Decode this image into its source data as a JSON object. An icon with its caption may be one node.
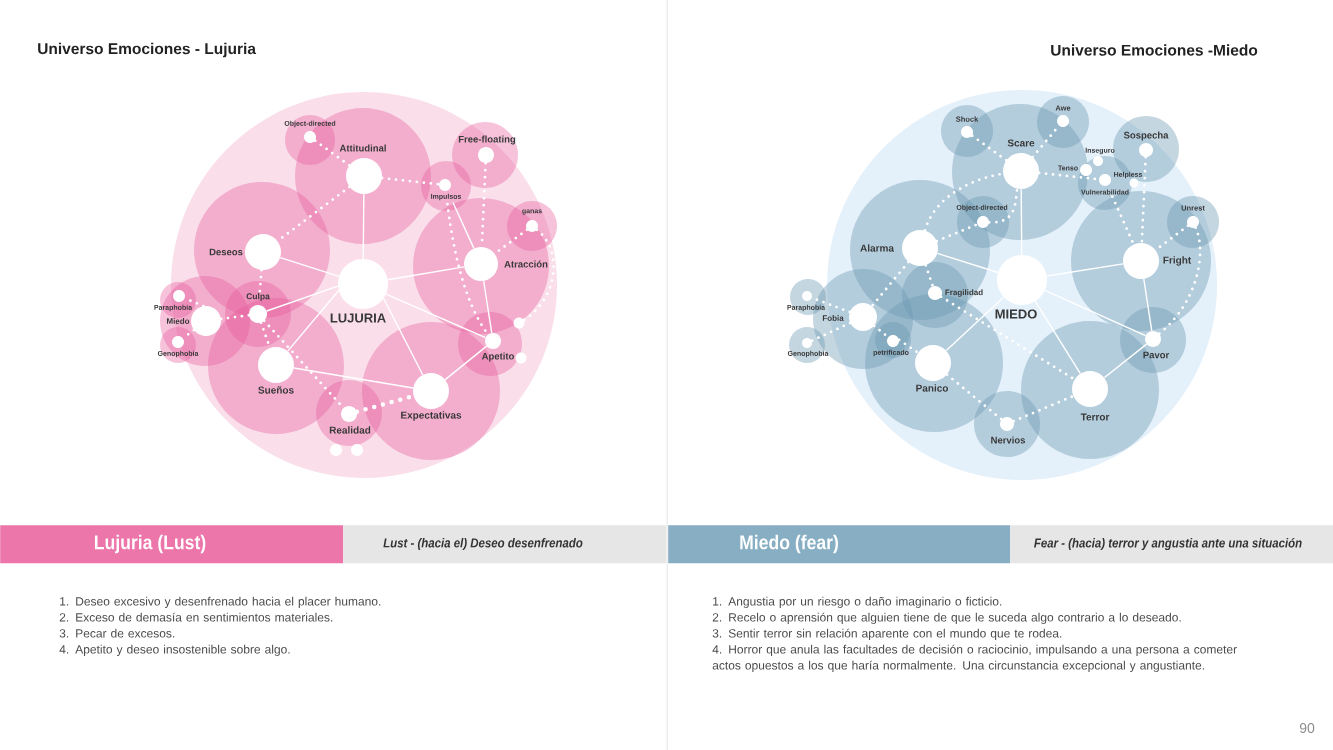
{
  "diagram": {
    "nodes": [
      {
        "text": [
          "Object-directed"
        ]
      },
      {
        "text": [
          "Free-floating"
        ]
      },
      {
        "text": [
          "Attitudinal"
        ]
      },
      {
        "text": [
          "Impulsos"
        ]
      },
      {
        "text": [
          "ganas"
        ]
      },
      {
        "text": [
          "Deseos"
        ]
      },
      {
        "text": [
          "Atracción"
        ]
      },
      {
        "text": [
          "LUJURIA"
        ]
      },
      {
        "text": [
          "Paraphobia"
        ]
      },
      {
        "text": [
          "Culpa"
        ]
      },
      {
        "text": [
          "Miedo"
        ]
      },
      {
        "text": [],
        "shape": "circle"
      },
      {
        "text": [
          "Apetito"
        ]
      },
      {
        "text": [
          "Genophobia"
        ]
      },
      {
        "text": [],
        "shape": "circle"
      },
      {
        "text": [
          "Sueños"
        ]
      },
      {
        "text": [
          "Expectativas"
        ]
      },
      {
        "text": [
          "Realidad"
        ]
      },
      {
        "text": [],
        "shape": "circle"
      },
      {
        "text": [],
        "shape": "circle"
      },
      {
        "text": [
          "Awe"
        ]
      },
      {
        "text": [
          "Shock"
        ]
      },
      {
        "text": [
          "Sospecha"
        ]
      },
      {
        "text": [
          "Scare"
        ]
      },
      {
        "text": [
          "Inseguro"
        ]
      },
      {
        "text": [
          "Tenso"
        ]
      },
      {
        "text": [
          "Helpless"
        ]
      },
      {
        "text": [
          "Vulnerabilidad"
        ]
      },
      {
        "text": [
          "Object-directed"
        ]
      },
      {
        "text": [
          "Unrest"
        ]
      },
      {
        "text": [
          "Alarma"
        ]
      },
      {
        "text": [
          "Fright"
        ]
      },
      {
        "text": [
          "Fragilidad"
        ]
      },
      {
        "text": [
          "MIEDO"
        ]
      },
      {
        "text": [
          "Paraphobia"
        ]
      },
      {
        "text": [
          "Fobia"
        ]
      },
      {
        "text": [
          "petrificado"
        ]
      },
      {
        "text": [
          "Pavor"
        ]
      },
      {
        "text": [
          "Genophobia"
        ]
      },
      {
        "text": [
          "Panico"
        ]
      },
      {
        "text": [
          "Terror"
        ]
      },
      {
        "text": [
          "Nervios"
        ]
      },
      {
        "text": [
          "Lujuria (Lust)"
        ]
      },
      {
        "text": [
          "Lust - (hacia el) Deseo desenfrenado"
        ]
      },
      {
        "text": [
          "Miedo (fear)"
        ]
      },
      {
        "text": [
          "Fear - (hacia) terror y angustia ante una situación"
        ]
      }
    ],
    "edges": [
      {
        "from": 7,
        "to": 2,
        "arrow": "none"
      },
      {
        "from": 7,
        "to": 5,
        "arrow": "none"
      },
      {
        "from": 7,
        "to": 6,
        "arrow": "none"
      },
      {
        "from": 7,
        "to": 9,
        "arrow": "none"
      },
      {
        "from": 7,
        "to": 15,
        "arrow": "none"
      },
      {
        "from": 7,
        "to": 16,
        "arrow": "none"
      },
      {
        "from": 7,
        "to": 12,
        "arrow": "none"
      },
      {
        "from": 15,
        "to": 16,
        "arrow": "none"
      },
      {
        "from": 3,
        "to": 6,
        "arrow": "none"
      },
      {
        "from": 6,
        "to": 12,
        "arrow": "none"
      },
      {
        "from": 16,
        "to": 12,
        "arrow": "none"
      },
      {
        "from": 2,
        "to": 0,
        "arrow": "none",
        "style": "dashed"
      },
      {
        "from": 2,
        "to": 5,
        "arrow": "none",
        "style": "dashed"
      },
      {
        "from": 2,
        "to": 3,
        "arrow": "none",
        "style": "dashed"
      },
      {
        "from": 3,
        "to": 12,
        "arrow": "none",
        "style": "dashed"
      },
      {
        "from": 1,
        "to": 6,
        "arrow": "none",
        "style": "dashed"
      },
      {
        "from": 4,
        "to": 6,
        "arrow": "none",
        "style": "dashed"
      },
      {
        "from": 4,
        "to": 11,
        "arrow": "none",
        "style": "dashed"
      },
      {
        "from": 5,
        "to": 9,
        "arrow": "none",
        "style": "dashed"
      },
      {
        "from": 9,
        "to": 15,
        "arrow": "none",
        "style": "dashed"
      },
      {
        "from": 9,
        "to": 17,
        "arrow": "none",
        "style": "dashed"
      },
      {
        "from": 10,
        "to": 9,
        "arrow": "none",
        "style": "dashed"
      },
      {
        "from": 10,
        "to": 8,
        "arrow": "none",
        "style": "dashed"
      },
      {
        "from": 10,
        "to": 13,
        "arrow": "none",
        "style": "dashed"
      },
      {
        "from": 17,
        "to": 16,
        "arrow": "none",
        "style": "dashed"
      },
      {
        "from": 33,
        "to": 23,
        "arrow": "none"
      },
      {
        "from": 33,
        "to": 30,
        "arrow": "none"
      },
      {
        "from": 33,
        "to": 31,
        "arrow": "none"
      },
      {
        "from": 33,
        "to": 39,
        "arrow": "none"
      },
      {
        "from": 33,
        "to": 40,
        "arrow": "none"
      },
      {
        "from": 33,
        "to": 37,
        "arrow": "none"
      },
      {
        "from": 31,
        "to": 37,
        "arrow": "none"
      },
      {
        "from": 40,
        "to": 37,
        "arrow": "none"
      },
      {
        "from": 23,
        "to": 21,
        "arrow": "none",
        "style": "dashed"
      },
      {
        "from": 23,
        "to": 20,
        "arrow": "none",
        "style": "dashed"
      },
      {
        "from": 28,
        "to": 23,
        "arrow": "none",
        "style": "dashed"
      },
      {
        "from": 23,
        "to": 27,
        "arrow": "none",
        "style": "dashed"
      },
      {
        "from": 30,
        "to": 23,
        "arrow": "none",
        "style": "dashed"
      },
      {
        "from": 30,
        "to": 28,
        "arrow": "none",
        "style": "dashed"
      },
      {
        "from": 27,
        "to": 31,
        "arrow": "none",
        "style": "dashed"
      },
      {
        "from": 22,
        "to": 31,
        "arrow": "none",
        "style": "dashed"
      },
      {
        "from": 29,
        "to": 31,
        "arrow": "none",
        "style": "dashed"
      },
      {
        "from": 29,
        "to": 37,
        "arrow": "none",
        "style": "dashed"
      },
      {
        "from": 30,
        "to": 32,
        "arrow": "none",
        "style": "dashed"
      },
      {
        "from": 30,
        "to": 35,
        "arrow": "none",
        "style": "dashed"
      },
      {
        "from": 35,
        "to": 34,
        "arrow": "none",
        "style": "dashed"
      },
      {
        "from": 35,
        "to": 38,
        "arrow": "none",
        "style": "dashed"
      },
      {
        "from": 35,
        "to": 36,
        "arrow": "none",
        "style": "dashed"
      },
      {
        "from": 32,
        "to": 40,
        "arrow": "none",
        "style": "dashed"
      },
      {
        "from": 36,
        "to": 39,
        "arrow": "none",
        "style": "dashed"
      },
      {
        "from": 39,
        "to": 41,
        "arrow": "none",
        "style": "dashed"
      },
      {
        "from": 41,
        "to": 40,
        "arrow": "none",
        "style": "dashed"
      }
    ],
    "labels": [
      "Universo Emociones - Lujuria",
      "Universo Emociones -Miedo",
      "1. Deseo excesivo y desenfrenado hacia el placer humano.",
      "2. Exceso de demasía en sentimientos materiales.",
      "3. Pecar de excesos.",
      "4. Apetito y deseo insostenible sobre algo.",
      "1. Angustia por un riesgo o daño imaginario o ficticio.",
      "2. Recelo o aprensión que alguien tiene de que le suceda algo contrario a lo deseado.",
      "3. Sentir terror sin relación aparente con el mundo que te rodea.",
      "4. Horror que anula las facultades de decisión o raciocinio, impulsando a una persona a cometer actos opuestos a los que haría normalmente. Una circunstancia excepcional y angustiante.",
      "90"
    ]
  }
}
